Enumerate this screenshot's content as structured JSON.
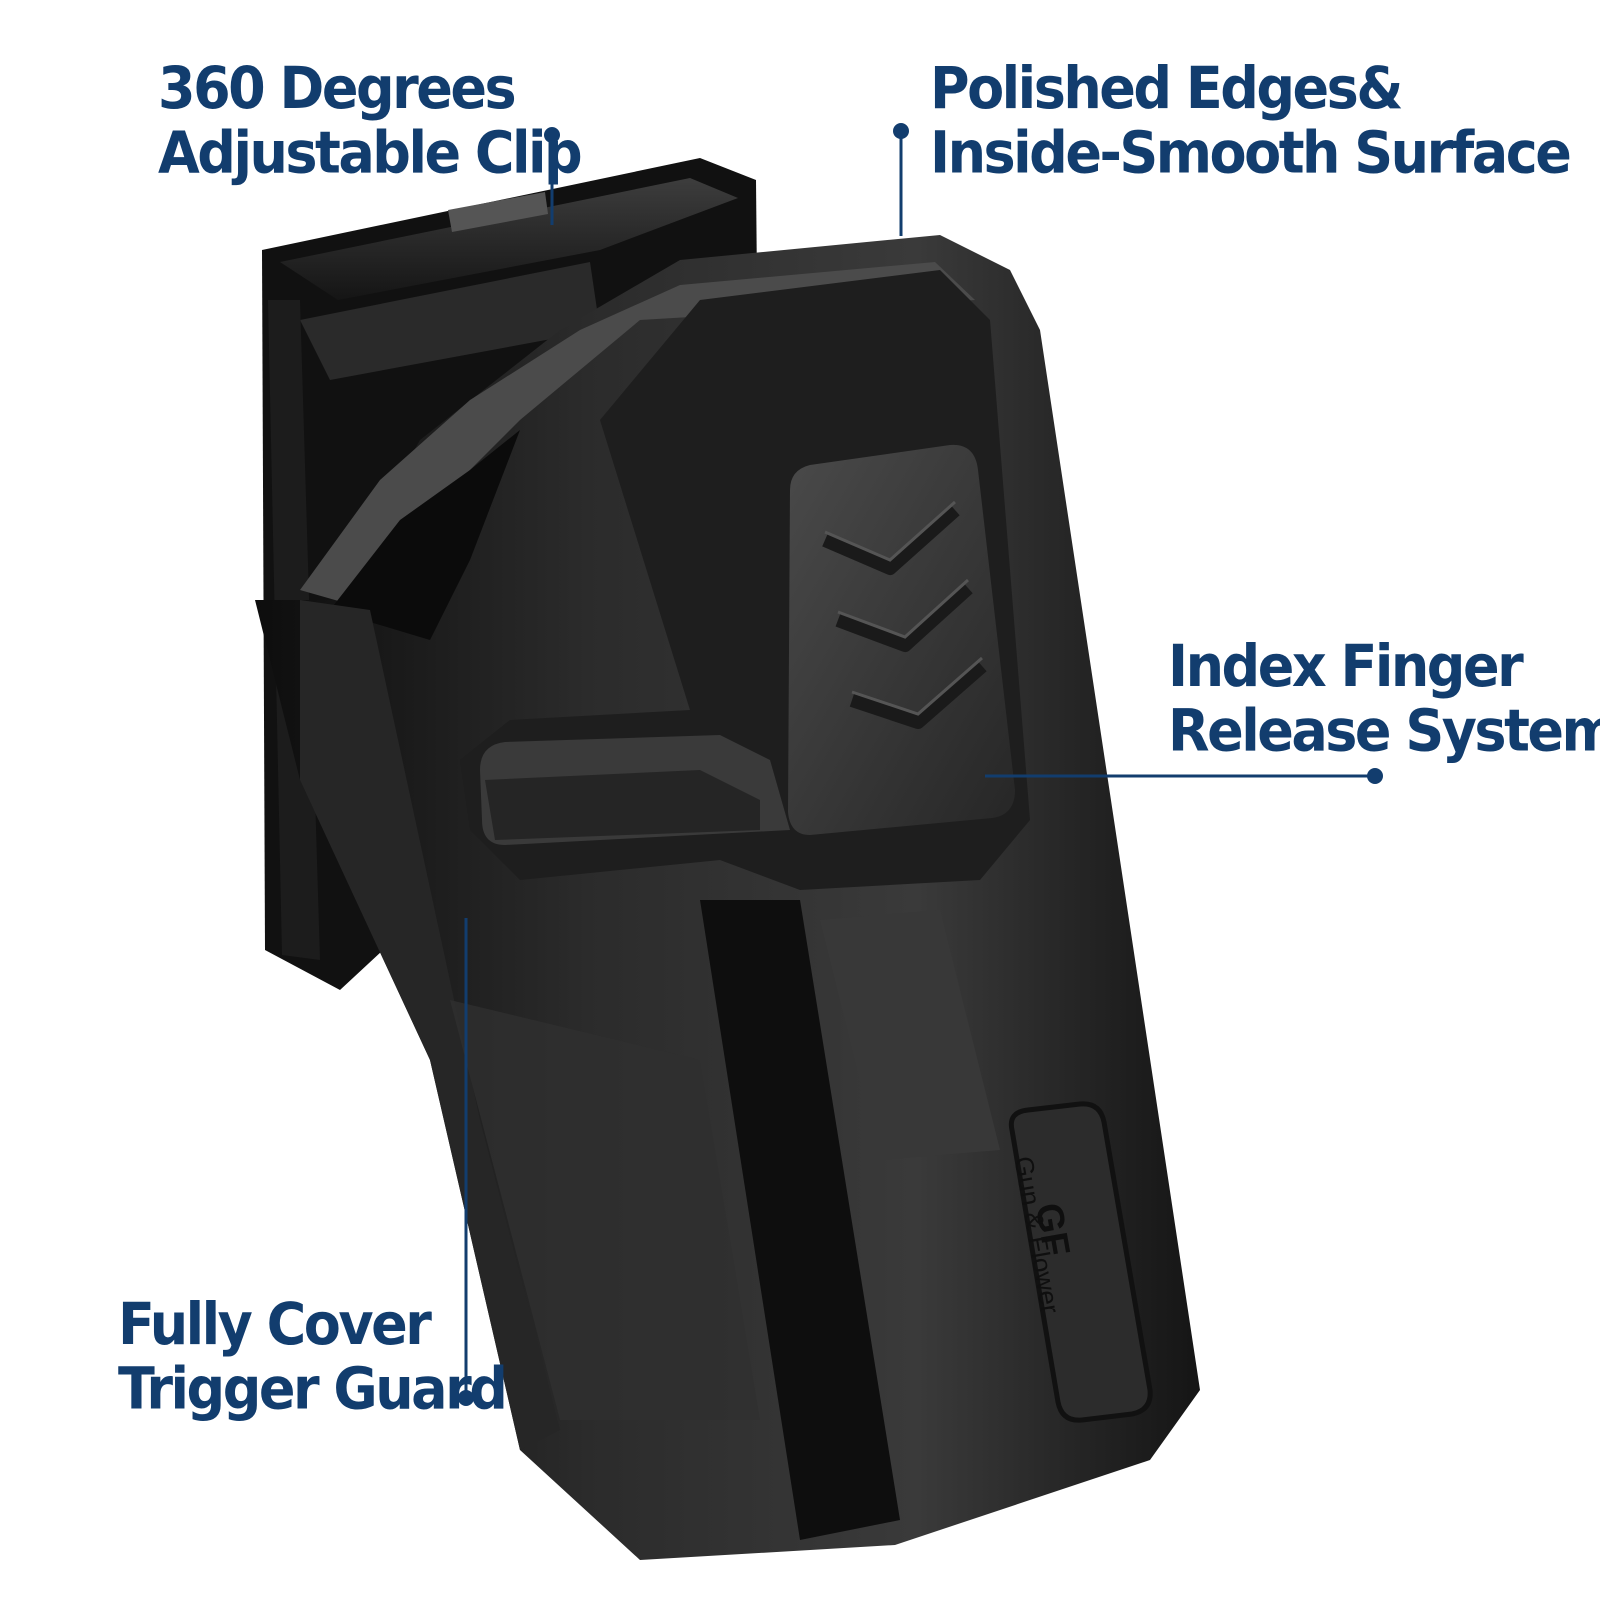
{
  "colors": {
    "accent": "#123d6e",
    "background": "#ffffff",
    "product": "#1a1a1a"
  },
  "callouts": [
    {
      "line1": "360 Degrees",
      "line2": "Adjustable Clip"
    },
    {
      "line1": "Polished Edges&",
      "line2": "Inside-Smooth Surface"
    },
    {
      "line1": "Index Finger",
      "line2": "Release System"
    },
    {
      "line1": "Fully Cover",
      "line2": "Trigger Guard"
    }
  ],
  "logo": {
    "mark": "GF",
    "wordmark": "Gun & Flower"
  }
}
